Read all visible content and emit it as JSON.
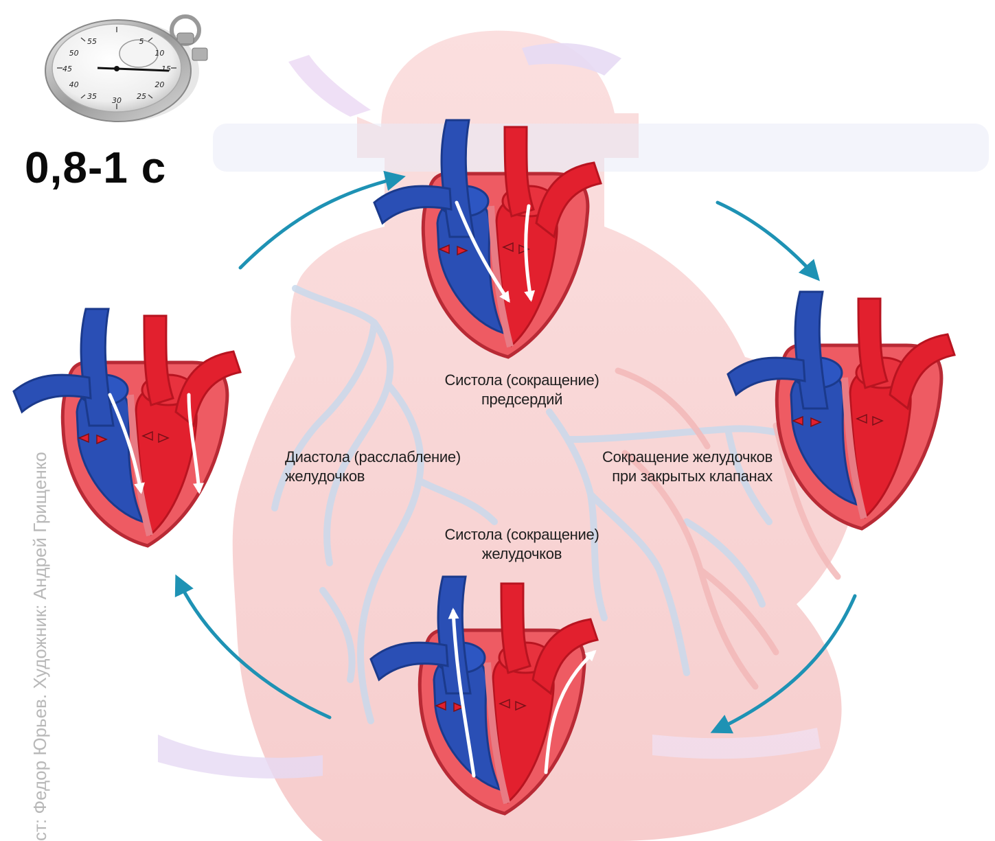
{
  "duration": "0,8-1 с",
  "credit": "ст: Федор Юрьев. Художник: Андрей Грищенко",
  "labels": {
    "atrial_systole": [
      "Систола (сокращение)",
      "предсердий"
    ],
    "ventricular_diastole": [
      "Диастола (расслабление)",
      "желудочков"
    ],
    "isovolumetric": [
      "Сокращение желудочков",
      "при закрытых клапанах"
    ],
    "ventricular_systole": [
      "Систола (сокращение)",
      "желудочков"
    ]
  },
  "stopwatch": {
    "dial_numbers": [
      "5",
      "10",
      "15",
      "20",
      "25",
      "30",
      "35",
      "40",
      "45",
      "50",
      "55"
    ]
  },
  "colors": {
    "venous_blue": "#2a4fb5",
    "arterial_red": "#e2202e",
    "heart_wall": "#ee5b63",
    "cycle_arrow": "#1e92b4",
    "background_heart": "#f9d3d3",
    "background_vessels": "#c9d9ec"
  }
}
